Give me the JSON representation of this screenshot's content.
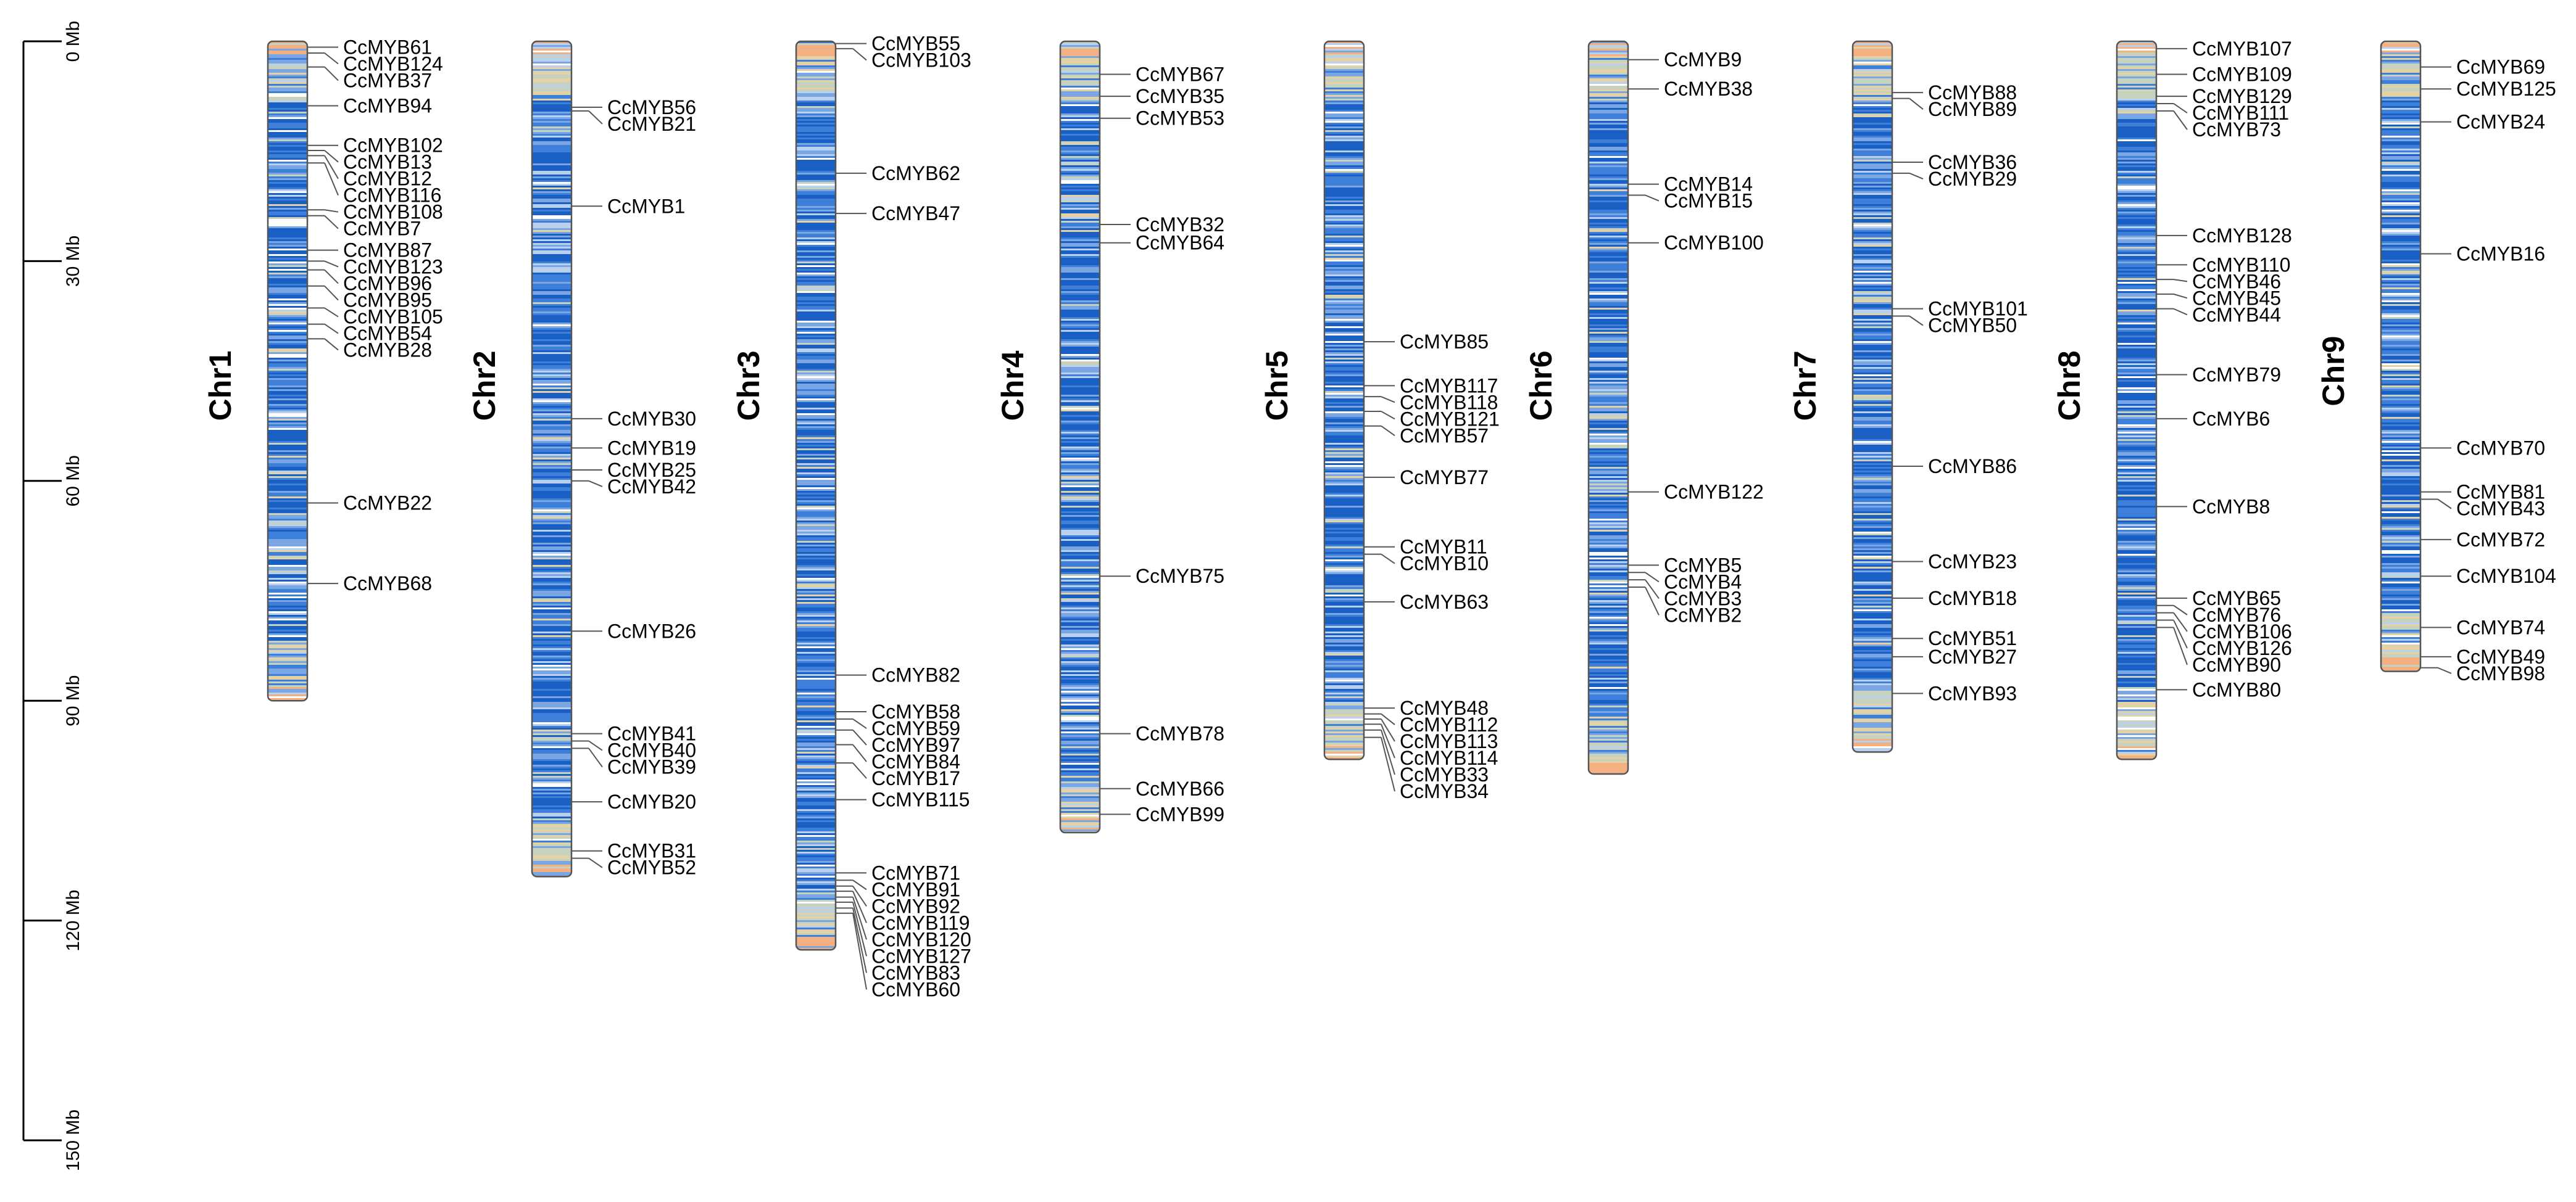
{
  "scale": {
    "unit": "Mb",
    "tick_values": [
      0,
      30,
      60,
      90,
      120,
      150
    ],
    "tick_labels": [
      "0 Mb",
      "30 Mb",
      "60 Mb",
      "90 Mb",
      "120 Mb",
      "150 Mb"
    ]
  },
  "density_colors": [
    "#1a5fc4",
    "#3d7fd9",
    "#7aa7e3",
    "#b9d0ee",
    "#ffffff",
    "#c6d2bd",
    "#e3d2a6",
    "#f2b083"
  ],
  "chromosomes": [
    {
      "name": "Chr1",
      "length_mb": 90,
      "genes": [
        {
          "name": "CcMYB61",
          "pos": 0.8
        },
        {
          "name": "CcMYB124",
          "pos": 1.6
        },
        {
          "name": "CcMYB37",
          "pos": 3.5
        },
        {
          "name": "CcMYB94",
          "pos": 8.8
        },
        {
          "name": "CcMYB102",
          "pos": 14.2
        },
        {
          "name": "CcMYB13",
          "pos": 14.9
        },
        {
          "name": "CcMYB12",
          "pos": 15.6
        },
        {
          "name": "CcMYB116",
          "pos": 16.6
        },
        {
          "name": "CcMYB108",
          "pos": 23.0
        },
        {
          "name": "CcMYB7",
          "pos": 23.8
        },
        {
          "name": "CcMYB87",
          "pos": 28.5
        },
        {
          "name": "CcMYB123",
          "pos": 30.0
        },
        {
          "name": "CcMYB96",
          "pos": 31.2
        },
        {
          "name": "CcMYB95",
          "pos": 33.4
        },
        {
          "name": "CcMYB105",
          "pos": 36.4
        },
        {
          "name": "CcMYB54",
          "pos": 38.6
        },
        {
          "name": "CcMYB28",
          "pos": 40.6
        },
        {
          "name": "CcMYB22",
          "pos": 63.0
        },
        {
          "name": "CcMYB68",
          "pos": 74.0
        }
      ]
    },
    {
      "name": "Chr2",
      "length_mb": 114,
      "genes": [
        {
          "name": "CcMYB56",
          "pos": 9.0
        },
        {
          "name": "CcMYB21",
          "pos": 9.5
        },
        {
          "name": "CcMYB1",
          "pos": 22.5
        },
        {
          "name": "CcMYB30",
          "pos": 51.5
        },
        {
          "name": "CcMYB19",
          "pos": 55.5
        },
        {
          "name": "CcMYB25",
          "pos": 58.5
        },
        {
          "name": "CcMYB42",
          "pos": 60.0
        },
        {
          "name": "CcMYB26",
          "pos": 80.5
        },
        {
          "name": "CcMYB41",
          "pos": 94.5
        },
        {
          "name": "CcMYB40",
          "pos": 95.5
        },
        {
          "name": "CcMYB39",
          "pos": 96.5
        },
        {
          "name": "CcMYB20",
          "pos": 103.8
        },
        {
          "name": "CcMYB31",
          "pos": 110.5
        },
        {
          "name": "CcMYB52",
          "pos": 111.5
        }
      ]
    },
    {
      "name": "Chr3",
      "length_mb": 124,
      "genes": [
        {
          "name": "CcMYB55",
          "pos": 0.3
        },
        {
          "name": "CcMYB103",
          "pos": 1.0
        },
        {
          "name": "CcMYB62",
          "pos": 18.0
        },
        {
          "name": "CcMYB47",
          "pos": 23.5
        },
        {
          "name": "CcMYB82",
          "pos": 86.5
        },
        {
          "name": "CcMYB58",
          "pos": 91.5
        },
        {
          "name": "CcMYB59",
          "pos": 92.5
        },
        {
          "name": "CcMYB97",
          "pos": 94.0
        },
        {
          "name": "CcMYB84",
          "pos": 96.0
        },
        {
          "name": "CcMYB17",
          "pos": 98.5
        },
        {
          "name": "CcMYB115",
          "pos": 103.5
        },
        {
          "name": "CcMYB71",
          "pos": 113.5
        },
        {
          "name": "CcMYB91",
          "pos": 114.5
        },
        {
          "name": "CcMYB92",
          "pos": 115.3
        },
        {
          "name": "CcMYB119",
          "pos": 116.0
        },
        {
          "name": "CcMYB120",
          "pos": 116.8
        },
        {
          "name": "CcMYB127",
          "pos": 117.5
        },
        {
          "name": "CcMYB83",
          "pos": 118.3
        },
        {
          "name": "CcMYB60",
          "pos": 119.0
        }
      ]
    },
    {
      "name": "Chr4",
      "length_mb": 108,
      "genes": [
        {
          "name": "CcMYB67",
          "pos": 4.5
        },
        {
          "name": "CcMYB35",
          "pos": 7.5
        },
        {
          "name": "CcMYB53",
          "pos": 10.5
        },
        {
          "name": "CcMYB32",
          "pos": 25.0
        },
        {
          "name": "CcMYB64",
          "pos": 27.5
        },
        {
          "name": "CcMYB75",
          "pos": 73.0
        },
        {
          "name": "CcMYB78",
          "pos": 94.5
        },
        {
          "name": "CcMYB66",
          "pos": 102.0
        },
        {
          "name": "CcMYB99",
          "pos": 105.5
        }
      ]
    },
    {
      "name": "Chr5",
      "length_mb": 98,
      "genes": [
        {
          "name": "CcMYB85",
          "pos": 41.0
        },
        {
          "name": "CcMYB117",
          "pos": 47.0
        },
        {
          "name": "CcMYB118",
          "pos": 48.5
        },
        {
          "name": "CcMYB121",
          "pos": 50.5
        },
        {
          "name": "CcMYB57",
          "pos": 52.5
        },
        {
          "name": "CcMYB77",
          "pos": 59.5
        },
        {
          "name": "CcMYB11",
          "pos": 69.0
        },
        {
          "name": "CcMYB10",
          "pos": 70.0
        },
        {
          "name": "CcMYB63",
          "pos": 76.5
        },
        {
          "name": "CcMYB48",
          "pos": 91.0
        },
        {
          "name": "CcMYB112",
          "pos": 91.8
        },
        {
          "name": "CcMYB113",
          "pos": 92.5
        },
        {
          "name": "CcMYB114",
          "pos": 93.2
        },
        {
          "name": "CcMYB33",
          "pos": 94.0
        },
        {
          "name": "CcMYB34",
          "pos": 95.0
        }
      ]
    },
    {
      "name": "Chr6",
      "length_mb": 100,
      "genes": [
        {
          "name": "CcMYB9",
          "pos": 2.5
        },
        {
          "name": "CcMYB38",
          "pos": 6.5
        },
        {
          "name": "CcMYB14",
          "pos": 19.5
        },
        {
          "name": "CcMYB15",
          "pos": 21.0
        },
        {
          "name": "CcMYB100",
          "pos": 27.5
        },
        {
          "name": "CcMYB122",
          "pos": 61.5
        },
        {
          "name": "CcMYB5",
          "pos": 71.5
        },
        {
          "name": "CcMYB4",
          "pos": 72.5
        },
        {
          "name": "CcMYB3",
          "pos": 73.5
        },
        {
          "name": "CcMYB2",
          "pos": 74.5
        }
      ]
    },
    {
      "name": "Chr7",
      "length_mb": 97,
      "genes": [
        {
          "name": "CcMYB88",
          "pos": 7.0
        },
        {
          "name": "CcMYB89",
          "pos": 7.8
        },
        {
          "name": "CcMYB36",
          "pos": 16.5
        },
        {
          "name": "CcMYB29",
          "pos": 18.0
        },
        {
          "name": "CcMYB101",
          "pos": 36.5
        },
        {
          "name": "CcMYB50",
          "pos": 37.5
        },
        {
          "name": "CcMYB86",
          "pos": 58.0
        },
        {
          "name": "CcMYB23",
          "pos": 71.0
        },
        {
          "name": "CcMYB18",
          "pos": 76.0
        },
        {
          "name": "CcMYB51",
          "pos": 81.5
        },
        {
          "name": "CcMYB27",
          "pos": 84.0
        },
        {
          "name": "CcMYB93",
          "pos": 89.0
        }
      ]
    },
    {
      "name": "Chr8",
      "length_mb": 98,
      "genes": [
        {
          "name": "CcMYB107",
          "pos": 1.0
        },
        {
          "name": "CcMYB109",
          "pos": 4.5
        },
        {
          "name": "CcMYB129",
          "pos": 7.5
        },
        {
          "name": "CcMYB111",
          "pos": 8.5
        },
        {
          "name": "CcMYB73",
          "pos": 9.5
        },
        {
          "name": "CcMYB128",
          "pos": 26.5
        },
        {
          "name": "CcMYB110",
          "pos": 30.5
        },
        {
          "name": "CcMYB46",
          "pos": 32.5
        },
        {
          "name": "CcMYB45",
          "pos": 34.5
        },
        {
          "name": "CcMYB44",
          "pos": 36.5
        },
        {
          "name": "CcMYB79",
          "pos": 45.5
        },
        {
          "name": "CcMYB6",
          "pos": 51.5
        },
        {
          "name": "CcMYB8",
          "pos": 63.5
        },
        {
          "name": "CcMYB65",
          "pos": 76.0
        },
        {
          "name": "CcMYB76",
          "pos": 77.0
        },
        {
          "name": "CcMYB106",
          "pos": 78.0
        },
        {
          "name": "CcMYB126",
          "pos": 79.0
        },
        {
          "name": "CcMYB90",
          "pos": 80.0
        },
        {
          "name": "CcMYB80",
          "pos": 88.5
        }
      ]
    },
    {
      "name": "Chr9",
      "length_mb": 86,
      "genes": [
        {
          "name": "CcMYB69",
          "pos": 3.5
        },
        {
          "name": "CcMYB125",
          "pos": 6.5
        },
        {
          "name": "CcMYB24",
          "pos": 11.0
        },
        {
          "name": "CcMYB16",
          "pos": 29.0
        },
        {
          "name": "CcMYB70",
          "pos": 55.5
        },
        {
          "name": "CcMYB81",
          "pos": 61.5
        },
        {
          "name": "CcMYB43",
          "pos": 62.5
        },
        {
          "name": "CcMYB72",
          "pos": 68.0
        },
        {
          "name": "CcMYB104",
          "pos": 73.0
        },
        {
          "name": "CcMYB74",
          "pos": 80.0
        },
        {
          "name": "CcMYB49",
          "pos": 84.0
        },
        {
          "name": "CcMYB98",
          "pos": 85.5
        }
      ]
    }
  ]
}
